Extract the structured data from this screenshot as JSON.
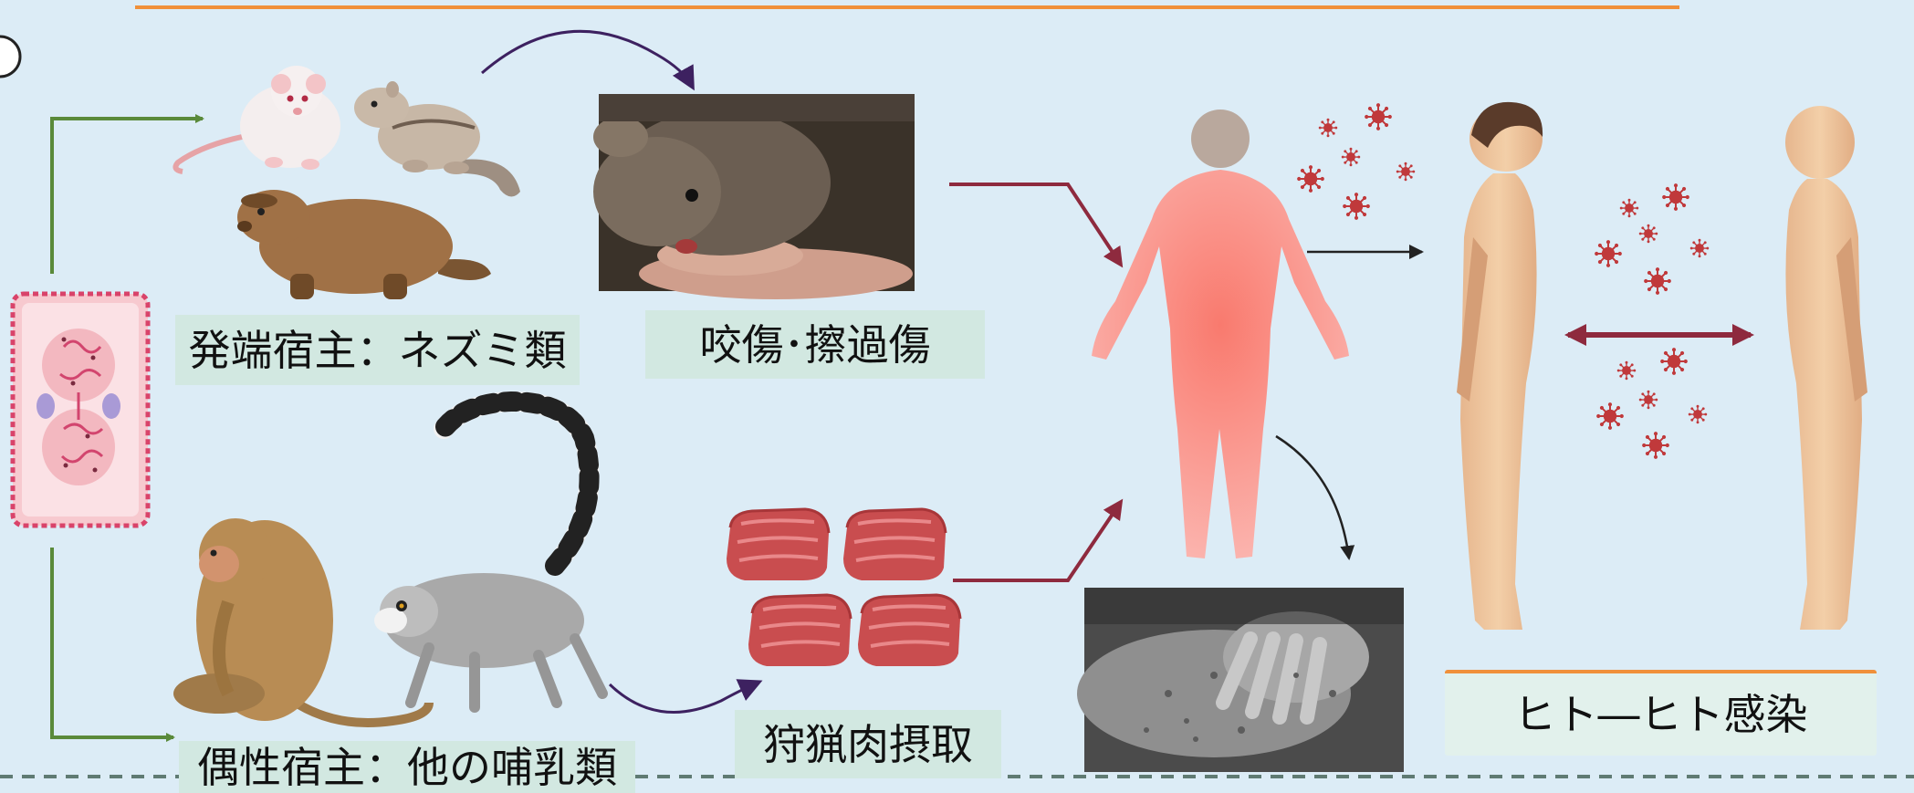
{
  "labels": {
    "reservoir_host": "発端宿主：ネズミ類",
    "bite_scratch": "咬傷･擦過傷",
    "incidental_host": "偶性宿主：他の哺乳類",
    "bushmeat": "狩猟肉摂取",
    "human_to_human": "ヒト―ヒト感染"
  },
  "colors": {
    "background": "#dcecf6",
    "label_bg": "#d2e8e1",
    "top_rule": "#f0903a",
    "reservoir_arrow": "#5a8a3a",
    "transmission_arrow": "#8e2a3e",
    "curved_arrow": "#3d2160",
    "virus": "#c0393b",
    "divider": "#5f7b73"
  },
  "icons": [
    "virus-particle-icon",
    "virus-cell-icon",
    "rat-icon",
    "chipmunk-icon",
    "marmot-icon",
    "monkey-icon",
    "lemur-icon",
    "meat-icon",
    "human-figure-icon"
  ]
}
